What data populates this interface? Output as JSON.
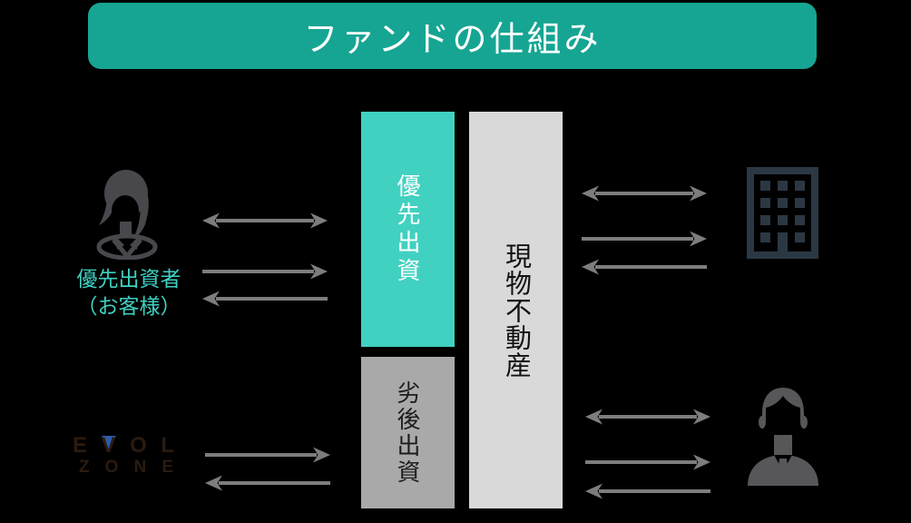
{
  "banner": {
    "title": "ファンドの仕組み"
  },
  "investor": {
    "icon": "woman-icon",
    "label_line1": "優先出資者",
    "label_line2": "（お客様）"
  },
  "operator": {
    "icon": "evol-zone-logo",
    "letters_top": [
      "E",
      "V",
      "O",
      "L"
    ],
    "letters_bottom": [
      "Z",
      "O",
      "N",
      "E"
    ]
  },
  "fund": {
    "priority_label": "優先出資",
    "subordinate_label": "劣後出資",
    "property_label": "現物不動産"
  },
  "property_owner": {
    "icon": "building-icon"
  },
  "manager": {
    "icon": "businessman-icon"
  },
  "arrows": {
    "investor_fund": [
      "both",
      "right",
      "left"
    ],
    "operator_fund": [
      "right",
      "left"
    ],
    "fund_property": [
      "both",
      "right",
      "left"
    ],
    "fund_manager": [
      "both",
      "right",
      "left"
    ]
  },
  "colors": {
    "bg": "#000000",
    "banner": "#16a593",
    "banner_text": "#ffffff",
    "priority_bar": "#41d1c0",
    "priority_text": "#ffffff",
    "subordinate_bar": "#a9a9a9",
    "subordinate_text": "#1d1d1d",
    "property_bar": "#d9d9d9",
    "property_text": "#121212",
    "arrow": "#7d7d7d",
    "investor_label": "#3ed0c1",
    "logo_text": "#2a1b10",
    "logo_accent": "#2e5ba9",
    "building_icon": "#2b3844",
    "person_icon": "#48484c",
    "manager_icon": "#57575a"
  }
}
